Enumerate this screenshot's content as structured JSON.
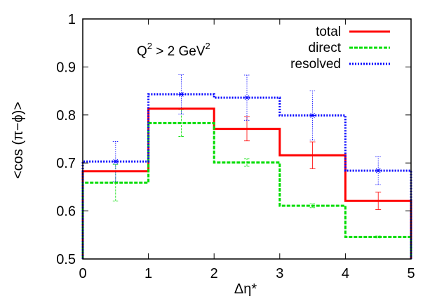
{
  "chart_data": {
    "type": "line",
    "step": true,
    "xlabel": "Δη*",
    "ylabel": "<cos (π−ϕ)>",
    "xlim": [
      0,
      5
    ],
    "ylim": [
      0.5,
      1.0
    ],
    "xticks": [
      "0",
      "1",
      "2",
      "3",
      "4",
      "5"
    ],
    "yticks": [
      "0.5",
      "0.6",
      "0.7",
      "0.8",
      "0.9",
      "1"
    ],
    "grid": false,
    "legend_position": "top-right",
    "annotation": {
      "base": "Q",
      "sup1": "2",
      "mid": " > 2 GeV",
      "sup2": "2"
    },
    "bin_edges": [
      0,
      1,
      2,
      3,
      4,
      5
    ],
    "series": [
      {
        "name": "total",
        "color": "#ff0000",
        "style": "solid",
        "values": [
          0.683,
          0.813,
          0.771,
          0.716,
          0.621
        ],
        "points": [
          {
            "x": 2.5,
            "y": 0.771,
            "yerr": 0.025
          },
          {
            "x": 3.5,
            "y": 0.716,
            "yerr": 0.028
          },
          {
            "x": 4.5,
            "y": 0.621,
            "yerr": 0.018
          }
        ]
      },
      {
        "name": "direct",
        "color": "#00dd00",
        "style": "dashed",
        "values": [
          0.659,
          0.783,
          0.701,
          0.611,
          0.546
        ],
        "points": [
          {
            "x": 0.5,
            "y": 0.659,
            "yerr": 0.038
          },
          {
            "x": 1.5,
            "y": 0.783,
            "yerr": 0.028
          },
          {
            "x": 2.5,
            "y": 0.701,
            "yerr": 0.008
          },
          {
            "x": 3.5,
            "y": 0.611,
            "yerr": 0.004
          },
          {
            "x": 4.5,
            "y": 0.546,
            "yerr": 0.002
          }
        ]
      },
      {
        "name": "resolved",
        "color": "#0000ff",
        "style": "dotted",
        "values": [
          0.703,
          0.843,
          0.836,
          0.799,
          0.684
        ],
        "points": [
          {
            "x": 0.5,
            "y": 0.703,
            "yerr": 0.042
          },
          {
            "x": 1.5,
            "y": 0.843,
            "yerr": 0.041
          },
          {
            "x": 2.5,
            "y": 0.836,
            "yerr": 0.047
          },
          {
            "x": 3.5,
            "y": 0.799,
            "yerr": 0.051
          },
          {
            "x": 4.5,
            "y": 0.684,
            "yerr": 0.029
          }
        ]
      }
    ]
  }
}
